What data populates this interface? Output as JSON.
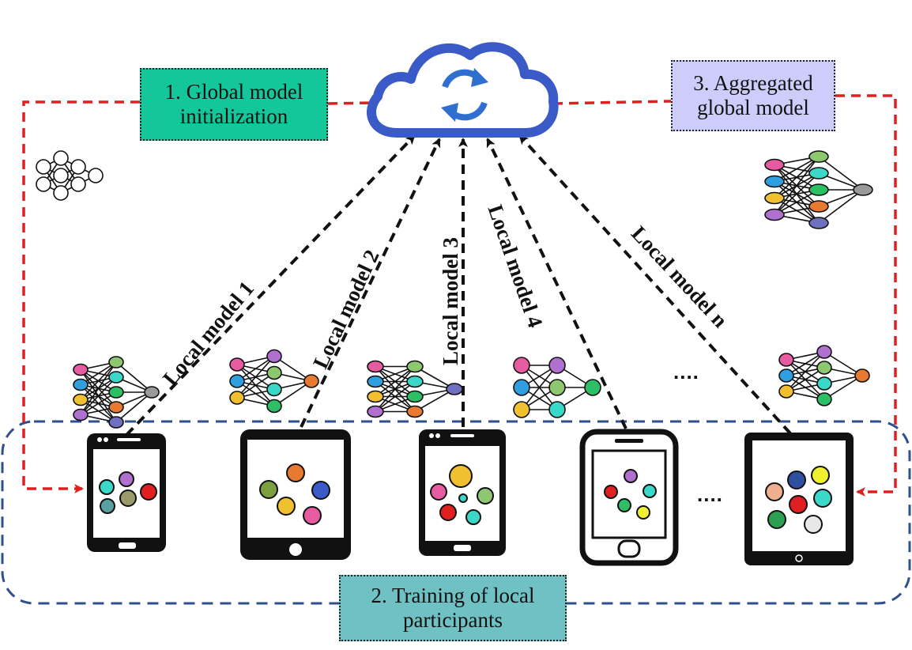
{
  "boxes": {
    "init": {
      "line1": "1. Global model",
      "line2": "initialization",
      "color": "#14c79b"
    },
    "agg": {
      "line1": "3. Aggregated",
      "line2": "global model",
      "color": "#cccdfb"
    },
    "train": {
      "line1": "2. Training of local",
      "line2": "participants",
      "color": "#6fc1c3"
    }
  },
  "local_models": [
    "Local model 1",
    "Local model 2",
    "Local model 3",
    "Local model 4",
    "Local model n"
  ],
  "ellipsis": {
    "networks": "....",
    "devices": "...."
  },
  "colors": {
    "cloud": "#3a5bc7",
    "global_flow": "#e02020",
    "upload_arrows": "#111111",
    "participants_border": "#2f4f8f",
    "node_palette": [
      "#e75ca0",
      "#2f9fe0",
      "#f0c030",
      "#b070d0",
      "#8dc870",
      "#3ad8c8",
      "#2dbf66",
      "#e87930",
      "#7070c0",
      "#9a9a9a",
      "#c8c8c8"
    ]
  },
  "icons": [
    "cloud-sync-icon",
    "smartphone-icon",
    "tablet-icon",
    "neural-network-icon"
  ]
}
